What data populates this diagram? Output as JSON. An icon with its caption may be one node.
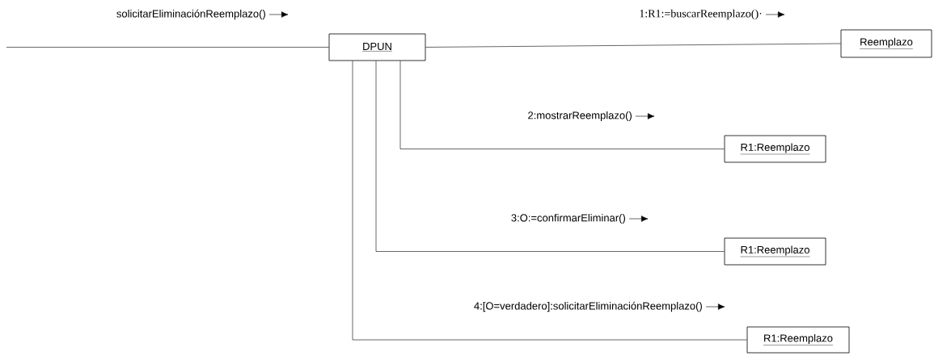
{
  "diagram": {
    "nodes": [
      {
        "text": [
          "DPUN"
        ]
      },
      {
        "text": [
          "Reemplazo"
        ]
      },
      {
        "text": [
          "R1:Reemplazo"
        ]
      },
      {
        "text": [
          "R1:Reemplazo"
        ]
      },
      {
        "text": [
          "R1:Reemplazo"
        ]
      }
    ],
    "edges": [
      {
        "from": null,
        "to": 0,
        "arrow": "none",
        "label": "solicitarEliminaciónReemplazo()"
      },
      {
        "from": 0,
        "to": 1,
        "arrow": "none",
        "label": "1:R1:=buscarReemplazo()·"
      },
      {
        "from": 0,
        "to": 2,
        "arrow": "none",
        "label": "2:mostrarReemplazo()"
      },
      {
        "from": 0,
        "to": 3,
        "arrow": "none",
        "label": "3:O:=confirmarEliminar()"
      },
      {
        "from": 0,
        "to": 4,
        "arrow": "none",
        "label": "4:[O=verdadero]:solicitarEliminaciónReemplazo()"
      }
    ]
  }
}
